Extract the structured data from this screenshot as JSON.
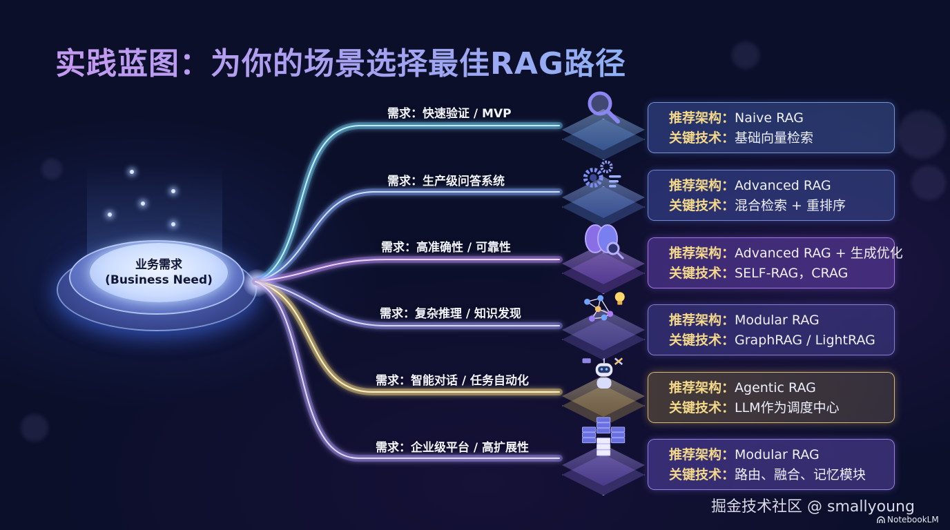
{
  "title": "实践蓝图：为你的场景选择最佳RAG路径",
  "hub": {
    "label_cn": "业务需求",
    "label_en": "(Business Need)"
  },
  "labels": {
    "recommend": "推荐架构：",
    "tech": "关键技术："
  },
  "paths": [
    {
      "need": "需求：快速验证 / MVP",
      "icon": "magnifier-icon",
      "architecture": "Naive RAG",
      "technique": "基础向量检索",
      "color": "#5fd0ff"
    },
    {
      "need": "需求：生产级问答系统",
      "icon": "gears-checklist-icon",
      "architecture": "Advanced RAG",
      "technique": "混合检索 + 重排序",
      "color": "#6a9bff"
    },
    {
      "need": "需求：高准确性 / 可靠性",
      "icon": "brain-magnifier-icon",
      "architecture": "Advanced RAG + 生成优化",
      "technique": "SELF-RAG，CRAG",
      "color": "#b77bff"
    },
    {
      "need": "需求：复杂推理 / 知识发现",
      "icon": "knowledge-graph-bulb-icon",
      "architecture": "Modular RAG",
      "technique": "GraphRAG / LightRAG",
      "color": "#8f8cff"
    },
    {
      "need": "需求：智能对话 / 任务自动化",
      "icon": "robot-tools-icon",
      "architecture": "Agentic RAG",
      "technique": "LLM作为调度中心",
      "color": "#f0cf6a"
    },
    {
      "need": "需求：企业级平台 / 高扩展性",
      "icon": "server-cluster-icon",
      "architecture": "Modular RAG",
      "technique": "路由、融合、记忆模块",
      "color": "#a48cff"
    }
  ],
  "watermark": "掘金技术社区 @ smallyoung",
  "brand": "NotebookLM"
}
